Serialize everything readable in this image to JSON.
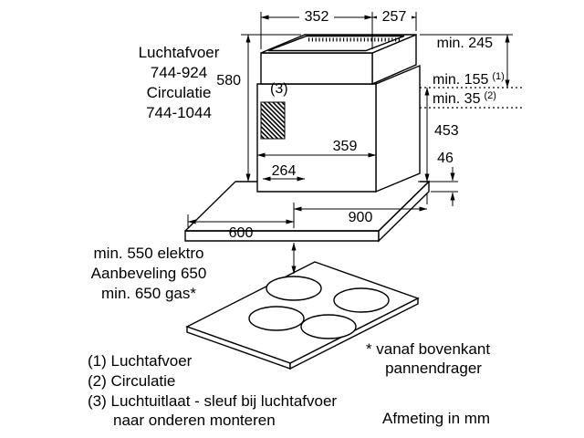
{
  "diagram": {
    "unit_note": "Afmeting in mm",
    "chimney": {
      "top_width": "352",
      "top_depth": "257",
      "height": "580",
      "lower_width": "359",
      "lower_depth": "264",
      "lower_height": "453",
      "slot_ref": "(3)"
    },
    "clearances": {
      "ceiling": "min. 245",
      "exhaust": {
        "text": "min. 155",
        "sup": "(1)"
      },
      "recirculation": {
        "text": "min. 35",
        "sup": "(2)"
      }
    },
    "height_range": [
      "Luchtafvoer",
      "744-924",
      "Circulatie",
      "744-1044"
    ],
    "canopy": {
      "depth": "600",
      "width": "900",
      "thickness": "46"
    },
    "hob_clearance": [
      "min. 550 elektro",
      "Aanbeveling 650",
      "min. 650 gas*"
    ],
    "star_note": [
      "* vanaf bovenkant",
      "pannendrager"
    ],
    "footnotes": [
      "(1) Luchtafvoer",
      "(2) Circulatie",
      "(3) Luchtuitlaat - sleuf bij luchtafvoer",
      "naar onderen monteren"
    ]
  }
}
